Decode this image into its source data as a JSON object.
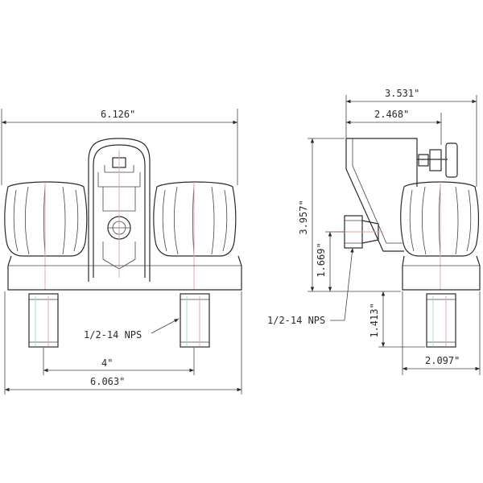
{
  "front_view": {
    "overall_top_width": "6.126\"",
    "handle_spacing": "4\"",
    "base_width": "6.063\"",
    "inlet_thread": "1/2-14 NPS"
  },
  "side_view": {
    "overall_depth": "3.531\"",
    "spout_depth": "2.468\"",
    "overall_height": "3.957\"",
    "outlet_height": "1.669\"",
    "shank_length": "1.413\"",
    "shank_offset": "2.097\"",
    "outlet_thread": "1/2-14 NPS"
  },
  "colors": {
    "line": "#2a2a2a",
    "centerline_red": "#e7a2a2",
    "centerline_cyan": "#9fd4dd"
  }
}
